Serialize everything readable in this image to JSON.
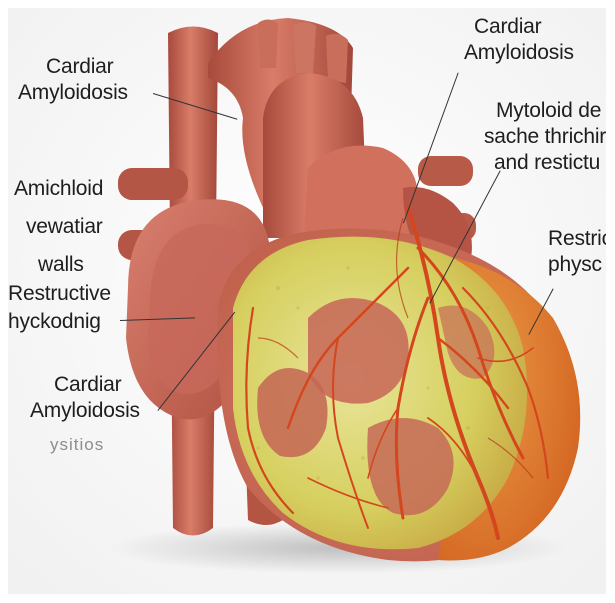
{
  "image": {
    "subject": "heart-illustration"
  },
  "labels": {
    "top_left": [
      "Cardiar",
      "Amyloidosis"
    ],
    "top_center": [
      "Cardiar",
      "Amyloidosis"
    ],
    "top_right": [
      "Mytoloid de",
      "sache thrichir",
      "and restictu"
    ],
    "left_1": [
      "Amichloid",
      "vewatiar",
      "walls"
    ],
    "left_2": [
      "Restructive",
      "hyckodnig"
    ],
    "bottom_left": [
      "Cardiar",
      "Amyloidosis"
    ],
    "bottom_left_faint": "ysitios",
    "right": [
      "Restric",
      "physc"
    ]
  },
  "colors": {
    "muscle": "#c8604a",
    "vessel": "#c25c4b",
    "amyloid_yellow": "#d8d36a",
    "coronary": "#d4471e",
    "outer_orange": "#e0782a"
  }
}
